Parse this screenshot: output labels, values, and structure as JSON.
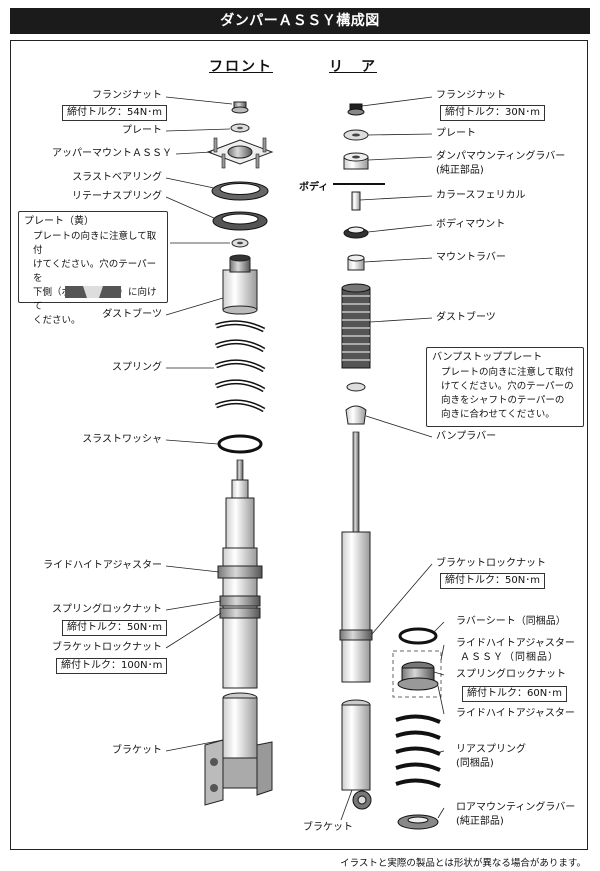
{
  "title": "ダンパーＡＳＳＹ構成図",
  "front": {
    "heading": "フロント",
    "labels": {
      "flange_nut": "フランジナット",
      "flange_nut_torque": "締付トルク：54N･m",
      "plate": "プレート",
      "upper_mount": "アッパーマウントＡＳＳＹ",
      "thrust_bearing": "スラストベアリング",
      "retainer_spring": "リテーナスプリング",
      "dust_boot": "ダストブーツ",
      "spring": "スプリング",
      "thrust_washer": "スラストワッシャ",
      "ride_height_adjuster": "ライドハイトアジャスター",
      "spring_lock_nut": "スプリングロックナット",
      "spring_lock_nut_torque": "締付トルク：50N･m",
      "bracket_lock_nut": "ブラケットロックナット",
      "bracket_lock_nut_torque": "締付トルク：100N･m",
      "bracket": "ブラケット"
    },
    "note": {
      "title": "プレート（黄）",
      "body": "プレートの向きに注意して取付\nけてください。穴のテーパーを\n下側（ボルト根元側）に向けて\nください。"
    }
  },
  "rear": {
    "heading": "リ　ア",
    "body_label": "ボディ",
    "labels": {
      "flange_nut": "フランジナット",
      "flange_nut_torque": "締付トルク：30N･m",
      "plate": "プレート",
      "damper_mounting_rubber": "ダンパマウンティングラバー",
      "genuine_part_1": "(純正部品)",
      "collar_spherical": "カラースフェリカル",
      "body_mount": "ボディマウント",
      "mount_rubber": "マウントラバー",
      "dust_boot": "ダストブーツ",
      "bump_rubber": "バンプラバー",
      "bracket_lock_nut": "ブラケットロックナット",
      "bracket_lock_nut_torque": "締付トルク：50N･m",
      "rubber_seat": "ラバーシート（同梱品）",
      "rha_assy_1": "ライドハイトアジャスター",
      "rha_assy_2": "ＡＳＳＹ（同梱品）",
      "spring_lock_nut": "スプリングロックナット",
      "spring_lock_nut_torque": "締付トルク：60N･m",
      "ride_height_adjuster": "ライドハイトアジャスター",
      "rear_spring_1": "リアスプリング",
      "rear_spring_2": "(同梱品)",
      "lower_mounting_rubber": "ロアマウンティングラバー",
      "genuine_part_2": "(純正部品)",
      "bracket": "ブラケット"
    },
    "note": {
      "title": "バンプストッププレート",
      "body": "プレートの向きに注意して取付\nけてください。穴のテーパーの\n向きをシャフトのテーパーの\n向きに合わせてください。"
    }
  },
  "disclaimer": "イラストと実際の製品とは形状が異なる場合があります。"
}
